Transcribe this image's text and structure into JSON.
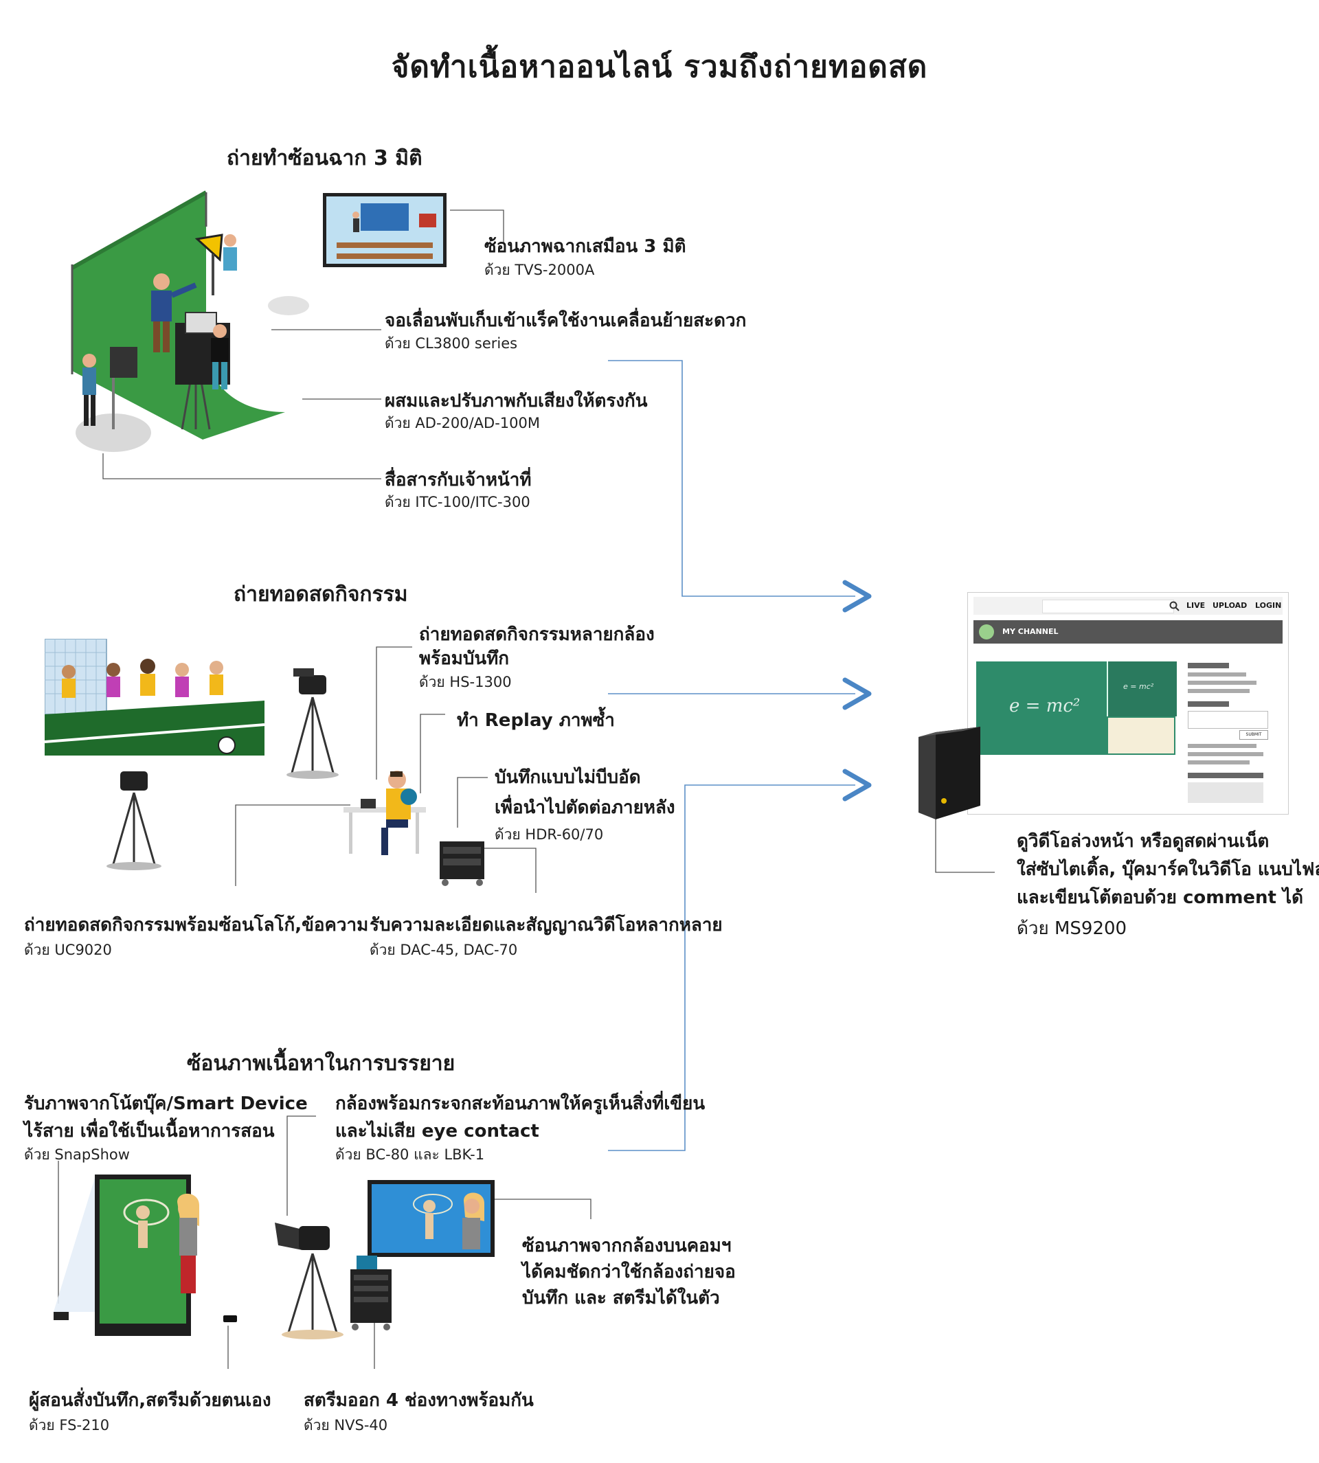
{
  "page": {
    "title": "จัดทำเนื้อหาออนไลน์ รวมถึงถ่ายทอดสด"
  },
  "sections": {
    "virtual_studio": {
      "heading": "ถ่ายทำซ้อนฉาก 3 มิติ",
      "items": [
        {
          "label": "ซ้อนภาพฉากเสมือน 3 มิติ",
          "product": "ด้วย  TVS-2000A"
        },
        {
          "label": "จอเลื่อนพับเก็บเข้าแร็คใช้งานเคลื่อนย้ายสะดวก",
          "product": "ด้วย  CL3800  series"
        },
        {
          "label": "ผสมและปรับภาพกับเสียงให้ตรงกัน",
          "product": "ด้วย  AD-200/AD-100M"
        },
        {
          "label": "สื่อสารกับเจ้าหน้าที่",
          "product": "ด้วย  ITC-100/ITC-300"
        }
      ]
    },
    "live_event": {
      "heading": "ถ่ายทอดสดกิจกรรม",
      "items": [
        {
          "label1": "ถ่ายทอดสดกิจกรรมหลายกล้อง",
          "label2": "พร้อมบันทึก",
          "product": "ด้วย  HS-1300"
        },
        {
          "label": "ทำ  Replay  ภาพซ้ำ"
        },
        {
          "label1": "บันทึกแบบไม่บีบอัด",
          "label2": "เพื่อนำไปตัดต่อภายหลัง",
          "product": "ด้วย  HDR-60/70"
        },
        {
          "label": "ถ่ายทอดสดกิจกรรมพร้อมซ้อนโลโก้,ข้อความ",
          "product": "ด้วย  UC9020"
        },
        {
          "label": "รับความละเอียดและสัญญาณวิดีโอหลากหลาย",
          "product": "ด้วย  DAC-45,  DAC-70"
        }
      ]
    },
    "lecture": {
      "heading": "ซ้อนภาพเนื้อหาในการบรรยาย",
      "items": [
        {
          "label1": "รับภาพจากโน้ตบุ๊ค/Smart Device",
          "label2": "ไร้สาย  เพื่อใช้เป็นเนื้อหาการสอน",
          "product": "ด้วย  SnapShow"
        },
        {
          "label1": "กล้องพร้อมกระจกสะท้อนภาพให้ครูเห็นสิ่งที่เขียน",
          "label2": "และไม่เสีย  eye  contact",
          "product": "ด้วย  BC-80  และ  LBK-1"
        },
        {
          "label1": "ซ้อนภาพจากกล้องบนคอมฯ",
          "label2": "ได้คมชัดกว่าใช้กล้องถ่ายจอ",
          "label3": "บันทึก  และ  สตรีมได้ในตัว"
        },
        {
          "label": "ผู้สอนสั่งบันทึก,สตรีมด้วยตนเอง",
          "product": "ด้วย  FS-210"
        },
        {
          "label": "สตรีมออก  4  ช่องทางพร้อมกัน",
          "product": "ด้วย  NVS-40"
        }
      ]
    },
    "output": {
      "line1": "ดูวิดีโอล่วงหน้า หรือดูสดผ่านเน็ต",
      "line2": "ใส่ซับไตเติ้ล, บุ๊คมาร์คในวิดีโอ แนบไฟล์",
      "line3": "และเขียนโต้ตอบด้วย comment ได้",
      "product": "ด้วย  MS9200"
    }
  },
  "web_mockup": {
    "nav": [
      "LIVE",
      "UPLOAD",
      "LOGIN"
    ],
    "channel": "MY  CHANNEL",
    "formula": "e = mc²",
    "formula_small": "e = mc²",
    "submit": "SUBMIT"
  },
  "colors": {
    "connector": "#5b8fc7",
    "arrow": "#4a86c5",
    "green_screen": "#3a9a44",
    "board": "#2e8b6a",
    "screen_blue": "#2f8fd6"
  }
}
